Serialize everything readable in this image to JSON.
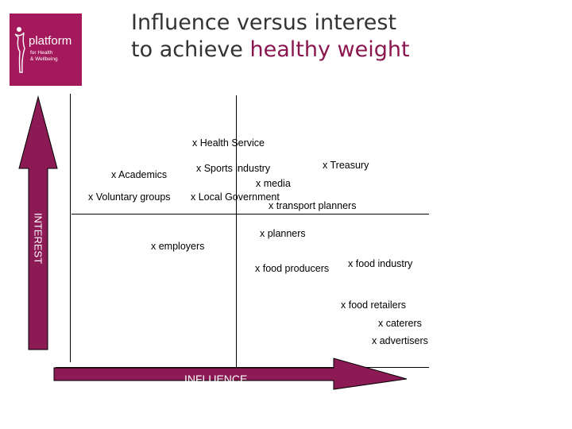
{
  "logo": {
    "word": "platform",
    "subline1": "for Health",
    "subline2": "& Wellbeing"
  },
  "title": {
    "line1": "Influence versus interest",
    "line2_prefix": "to achieve ",
    "line2_highlight": "healthy weight"
  },
  "axes": {
    "interest_label": "INTEREST",
    "influence_label": "INFLUENCE"
  },
  "stakeholders": [
    "x Health Service",
    "x Academics",
    "x Sports industry",
    "x Treasury",
    "x media",
    "x Voluntary groups",
    "x  Local  Government",
    "x transport planners",
    "x planners",
    "x employers",
    "x food producers",
    "x food industry",
    "x food retailers",
    "x caterers",
    "x advertisers"
  ],
  "colors": {
    "brand": "#a3195b",
    "arrow": "#8b1a55",
    "title_highlight": "#8a1650"
  }
}
